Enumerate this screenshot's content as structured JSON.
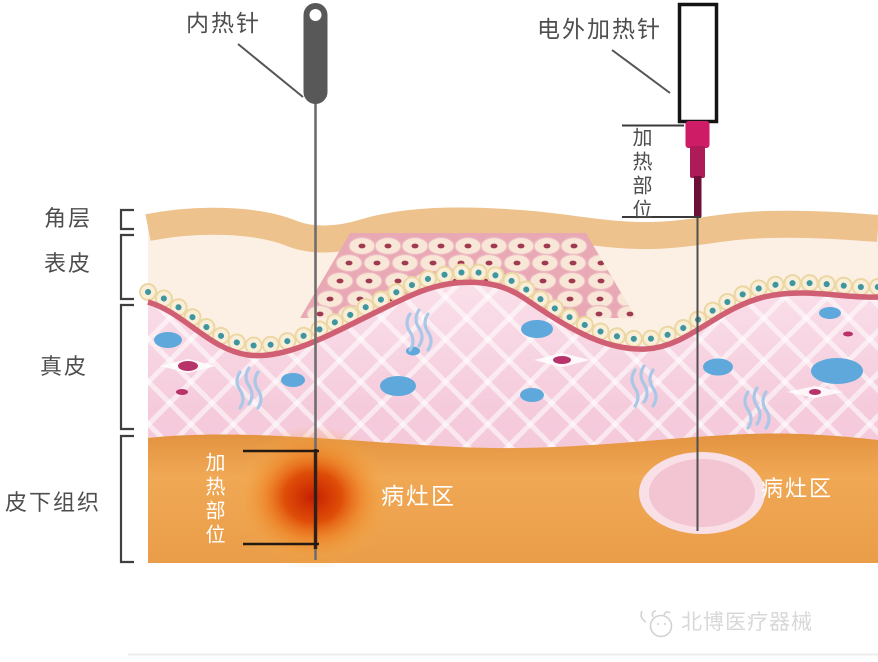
{
  "labels": {
    "inner_heat_needle": "内热针",
    "electric_external_heating_needle": "电外加热针",
    "heating_section_right": "加热部位",
    "heating_section_left": "加热部位",
    "lesion_area_left": "病灶区",
    "lesion_area_right": "病灶区"
  },
  "skin_layers": [
    {
      "label": "角层"
    },
    {
      "label": "表皮"
    },
    {
      "label": "真皮"
    },
    {
      "label": "皮下组织"
    }
  ],
  "watermark": {
    "brand": "北博医疗器械"
  },
  "colors": {
    "stratum_corneum": "#eec28d",
    "epidermis": "#fcf0e5",
    "epidermal_cell_cluster": "#e9a9b4",
    "basement_membrane": "#d05f74",
    "dermis_pink": "#f6d0de",
    "subcutaneous_orange": "#efa352",
    "vessel_blue": "#5fa8dc",
    "heat_glow_red": "#c61e00",
    "lesion_pink": "#f3c4d1",
    "inner_needle_handle": "#585858",
    "external_needle_hub": "#ce1d66",
    "label_text": "#4e4e4e"
  }
}
